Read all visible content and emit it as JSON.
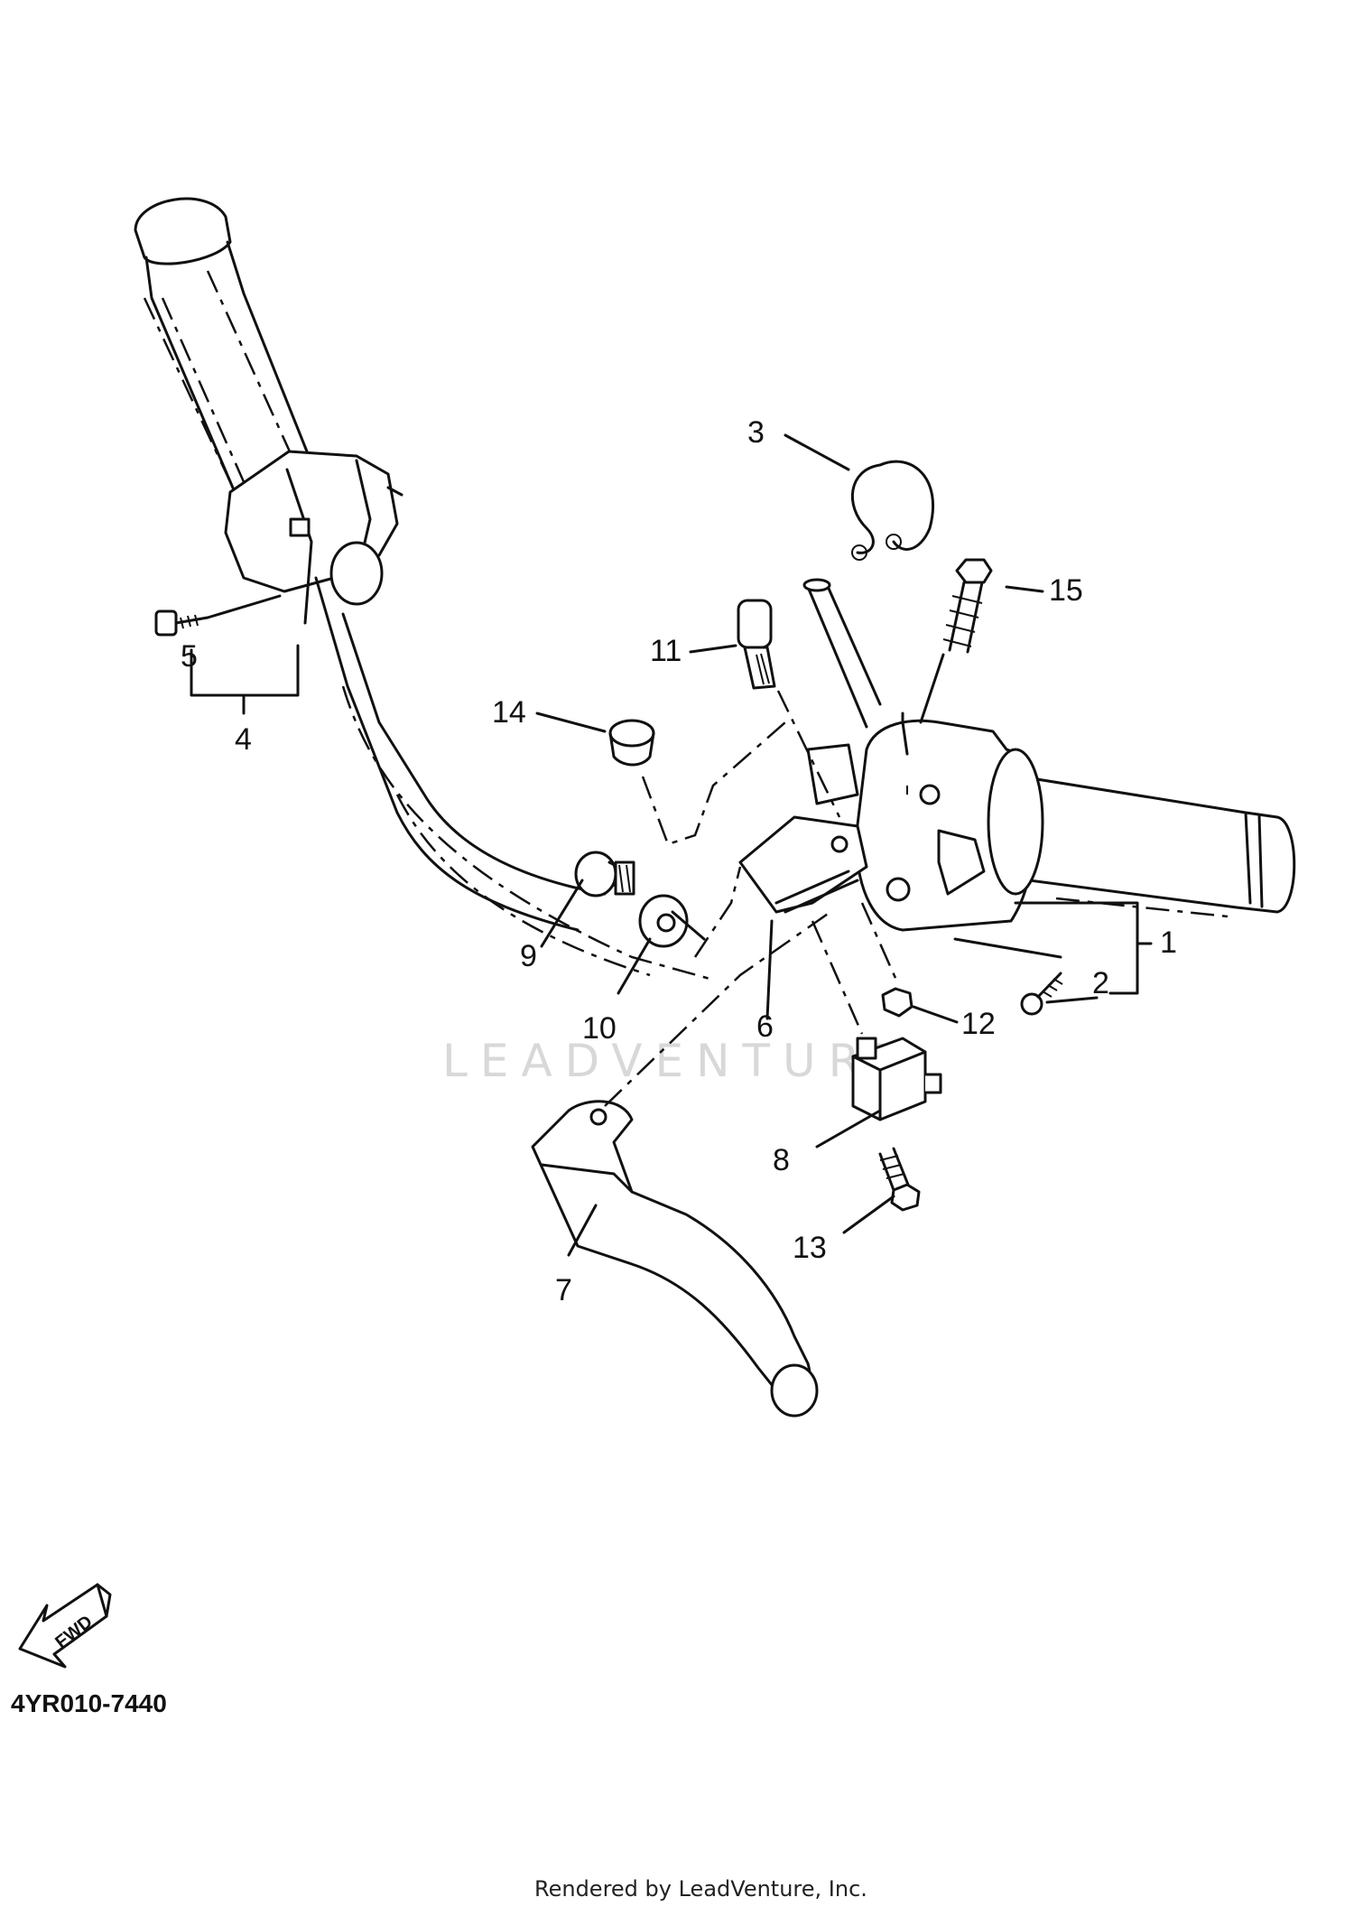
{
  "diagram": {
    "part_code": "4YR010-7440",
    "footer": "Rendered by LeadVenture, Inc.",
    "watermark": "LEADVENTURE",
    "fwd_label": "FWD",
    "callouts": {
      "c1": "1",
      "c2": "2",
      "c3": "3",
      "c4": "4",
      "c5": "5",
      "c6": "6",
      "c7": "7",
      "c8": "8",
      "c9": "9",
      "c10": "10",
      "c11": "11",
      "c12": "12",
      "c13": "13",
      "c14": "14",
      "c15": "15"
    }
  }
}
